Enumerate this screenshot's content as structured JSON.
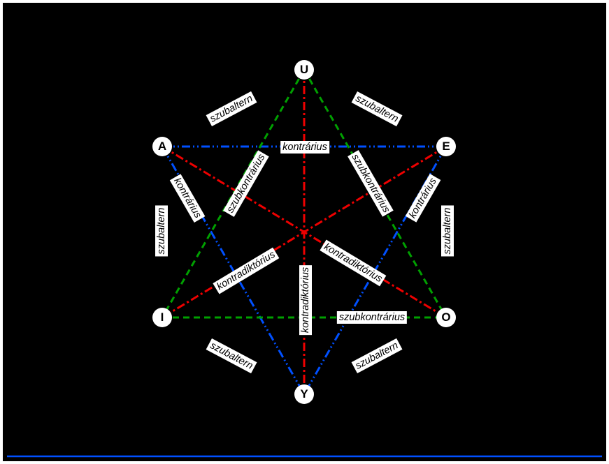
{
  "colors": {
    "blue": "#0050ff",
    "green": "#00a000",
    "red": "#ee0000",
    "black": "#000000"
  },
  "nodes": {
    "U": "U",
    "A": "A",
    "E": "E",
    "I": "I",
    "O": "O",
    "Y": "Y"
  },
  "labels": {
    "kontrarius": "kontrárius",
    "szubkontrarius": "szubkontrárius",
    "kontradiktorius": "kontradiktórius",
    "szubaltern": "szubaltern"
  }
}
